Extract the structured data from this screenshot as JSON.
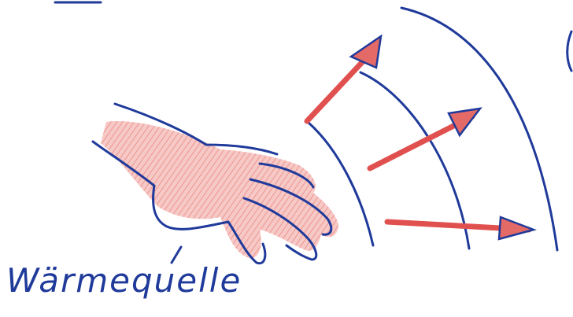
{
  "label": {
    "text": "Wärmequelle"
  },
  "colors": {
    "ink": "#1f3a9a",
    "heat": "#e0504f",
    "heat_fill": "#f3b3b0",
    "paper": "#ffffff"
  },
  "elements": {
    "heat_source": "hand",
    "arrows": 3,
    "wavefronts": 3
  }
}
